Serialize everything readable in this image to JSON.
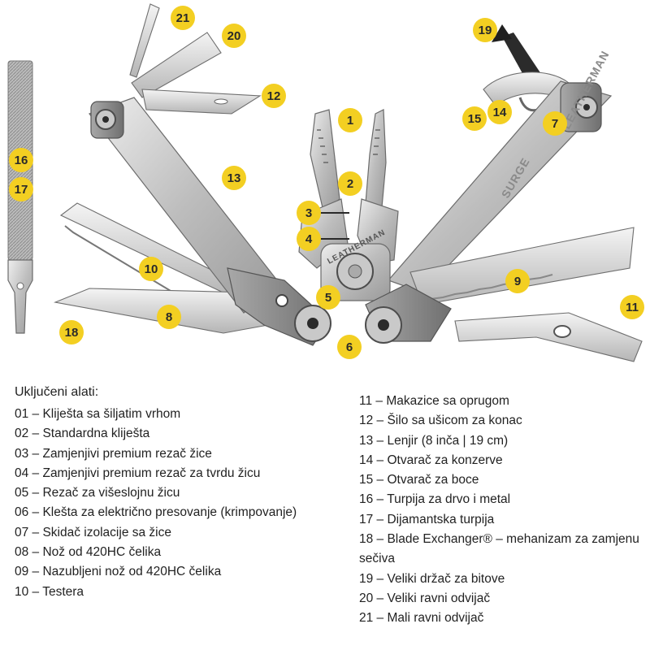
{
  "callouts": [
    "1",
    "2",
    "3",
    "4",
    "5",
    "6",
    "7",
    "8",
    "9",
    "10",
    "11",
    "12",
    "13",
    "14",
    "15",
    "16",
    "17",
    "18",
    "19",
    "20",
    "21"
  ],
  "brand": {
    "handle_text": "LEATHERMAN",
    "model_text": "SURGE",
    "pivot_text": "LEATHERMAN"
  },
  "colors": {
    "callout": "#f3cf22",
    "steel": "#c4c4c4",
    "text": "#222222"
  },
  "list": {
    "heading": "Uključeni alati:",
    "left": [
      "01 – Kliješta sa šiljatim vrhom",
      "02 – Standardna kliješta",
      "03 – Zamjenjivi premium rezač žice",
      "04 – Zamjenjivi premium rezač za tvrdu žicu",
      "05 – Rezač za višeslojnu žicu",
      "06 – Klešta za električno presovanje (krimpovanje)",
      "07 – Skidač izolacije sa žice",
      "08 – Nož od 420HC čelika",
      "09 – Nazubljeni nož od 420HC čelika",
      "10 – Testera"
    ],
    "right": [
      "11 – Makazice sa oprugom",
      "12 – Šilo sa ušicom za konac",
      "13 – Lenjir (8 inča | 19 cm)",
      "14 – Otvarač za konzerve",
      "15 – Otvarač za boce",
      "16 – Turpija za drvo i metal",
      "17 – Dijamantska turpija",
      "18 – Blade Exchanger® – mehanizam za zamjenu sečiva",
      "19 – Veliki držač za bitove",
      "20 – Veliki ravni odvijač",
      "21 – Mali ravni odvijač"
    ]
  }
}
